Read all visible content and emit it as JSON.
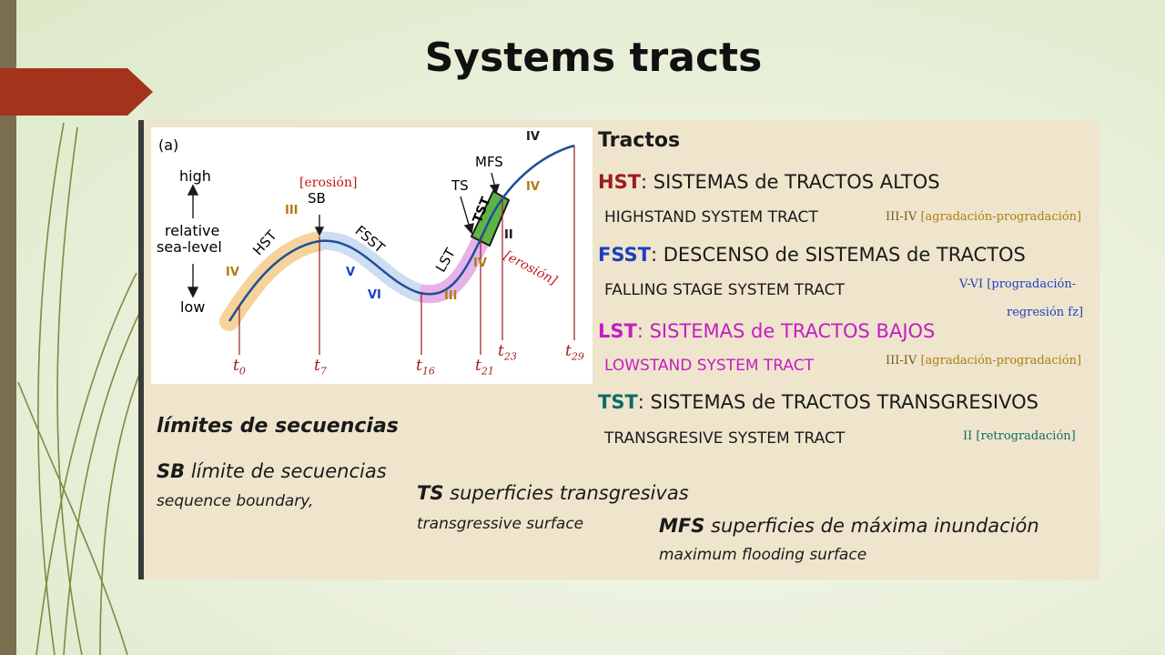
{
  "slide": {
    "title": "Systems tracts"
  },
  "colors": {
    "accent_red": "#a3331a",
    "hst": "#9b1c1c",
    "fsst": "#1c3fc4",
    "lst": "#c51cc5",
    "tst": "#0f6a6a",
    "roman": "#b07b12"
  },
  "figure": {
    "panel_label": "(a)",
    "y_axis": {
      "high": "high",
      "label_line1": "relative",
      "label_line2": "sea-level",
      "low": "low"
    },
    "erosion_left": "[erosión]",
    "erosion_right": "[erosión]",
    "sb": "SB",
    "ts": "TS",
    "mfs": "MFS",
    "hst": "HST",
    "fsst": "FSST",
    "lst": "LST",
    "tst": "TST",
    "romans": {
      "iii_left": "III",
      "iv_left": "IV",
      "v": "V",
      "vi": "VI",
      "iii_mid": "III",
      "iv_mid": "IV",
      "ii": "II",
      "iv_right": "IV",
      "iv_top": "IV"
    },
    "time_labels": [
      {
        "t": "t",
        "sub": "0"
      },
      {
        "t": "t",
        "sub": "7"
      },
      {
        "t": "t",
        "sub": "16"
      },
      {
        "t": "t",
        "sub": "21"
      },
      {
        "t": "t",
        "sub": "23"
      },
      {
        "t": "t",
        "sub": "29"
      }
    ]
  },
  "tractos": {
    "heading": "Tractos",
    "hst": {
      "abbr": "HST",
      "rest": ": SISTEMAS de TRACTOS ALTOS",
      "sub": "HIGHSTAND SYSTEM TRACT",
      "note_roman": "III-IV",
      "note_text": "[agradación-progradación]"
    },
    "fsst": {
      "abbr": "FSST",
      "rest": ": DESCENSO de SISTEMAS de TRACTOS",
      "sub": "FALLING STAGE SYSTEM TRACT",
      "note_line1": "V-VI [progradación-",
      "note_line2": "regresión fz]"
    },
    "lst": {
      "abbr": "LST",
      "rest": ": SISTEMAS de TRACTOS BAJOS",
      "sub": "LOWSTAND  SYSTEM TRACT",
      "note_roman": "III-IV",
      "note_text": "[agradación-progradación]"
    },
    "tst": {
      "abbr": "TST",
      "rest": ": SISTEMAS de TRACTOS TRANSGRESIVOS",
      "sub": "TRANSGRESIVE SYSTEM TRACT",
      "note": "II [retrogradación]"
    }
  },
  "limites": {
    "heading": "límites de secuencias",
    "sb": {
      "abbr": "SB",
      "es": " límite de secuencias",
      "en": "sequence boundary,"
    },
    "ts": {
      "abbr": "TS",
      "es": " superficies transgresivas",
      "en": "transgressive surface"
    },
    "mfs": {
      "abbr": "MFS",
      "es": " superficies de máxima inundación",
      "en": "maximum flooding surface"
    }
  }
}
